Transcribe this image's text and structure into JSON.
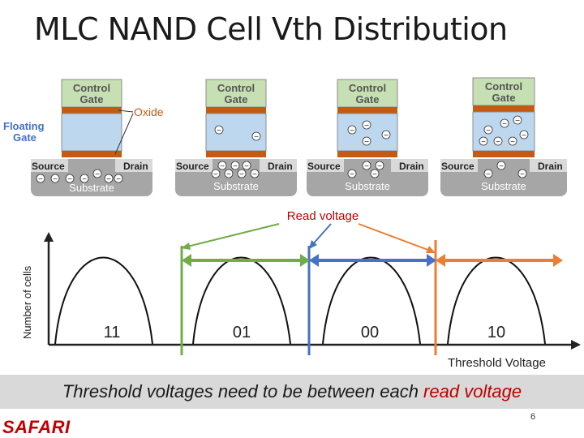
{
  "slide": {
    "title": "MLC NAND Cell Vth Distribution",
    "caption_prefix": "Threshold voltages need to be between each ",
    "caption_highlight": "read voltage",
    "logo": "SAFARI",
    "page_number": "6"
  },
  "cells": {
    "control_gate_label_line1": "Control",
    "control_gate_label_line2": "Gate",
    "oxide_label": "Oxide",
    "floating_gate_label_line1": "Floating",
    "floating_gate_label_line2": "Gate",
    "source_label": "Source",
    "drain_label": "Drain",
    "substrate_label": "Substrate",
    "electron_symbol": "−"
  },
  "distribution": {
    "y_axis_label": "Number of cells",
    "x_axis_label": "Threshold Voltage",
    "read_voltage_label": "Read voltage",
    "states": [
      "11",
      "01",
      "00",
      "10"
    ],
    "colors": {
      "green": "#70ad47",
      "blue": "#4472c4",
      "orange": "#ed7d31",
      "read_voltage_text": "#c00000",
      "oxide_text": "#c55a11",
      "floating_gate_text": "#4472c4",
      "control_gate_fill": "#c6e0b4",
      "floating_gate_fill": "#bdd7ee",
      "oxide_fill": "#c55a11",
      "substrate_fill": "#a6a6a6"
    }
  }
}
